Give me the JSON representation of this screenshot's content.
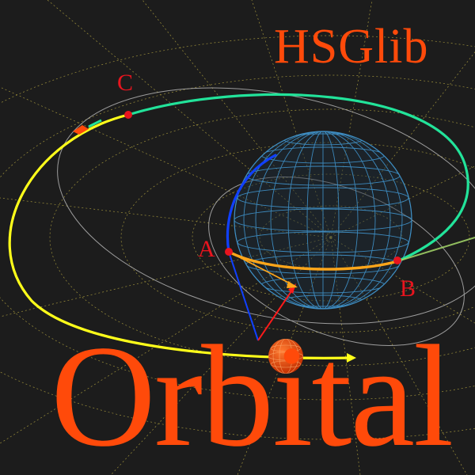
{
  "app": {
    "brand": "HSGlib",
    "title": "Orbital"
  },
  "points": {
    "a": "A",
    "b": "B",
    "c": "C"
  },
  "colors": {
    "background": "#1c1c1c",
    "title": "#ff4a0a",
    "point_label": "#e8141e",
    "grid": "#b5a640",
    "globe_wire": "#3f8fc4",
    "orbit_ring": "#bdbdbd",
    "orbit_yellow": "#ffff1a",
    "orbit_green": "#22e39a",
    "transfer_blue": "#1040ff",
    "transfer_orange": "#ffa61a",
    "moon": "#ff4a0a"
  },
  "icons": {
    "globe": "wireframe-globe-icon",
    "moon": "moon-sphere-icon"
  }
}
